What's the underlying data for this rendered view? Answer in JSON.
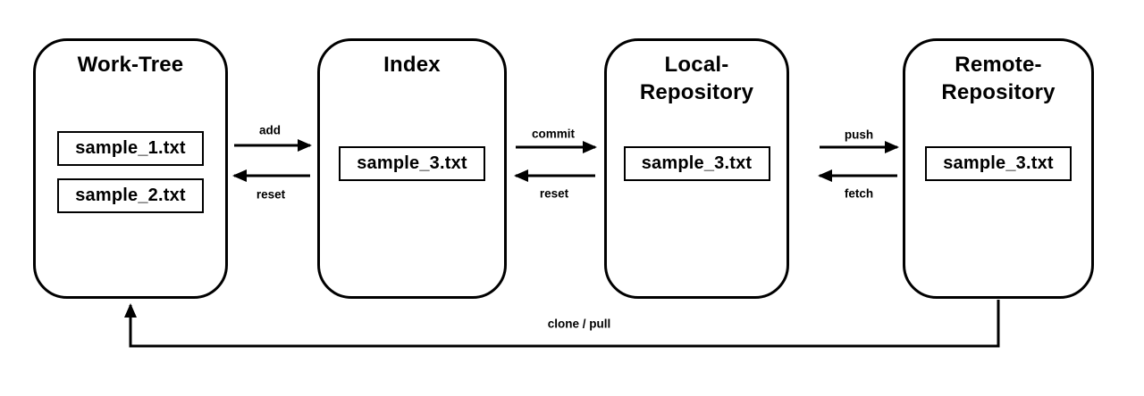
{
  "diagram": {
    "colors": {
      "background": "#ffffff",
      "stroke": "#000000",
      "text": "#000000"
    },
    "nodes": [
      {
        "id": "work-tree",
        "title": "Work-Tree",
        "files": [
          "sample_1.txt",
          "sample_2.txt"
        ]
      },
      {
        "id": "index",
        "title": "Index",
        "files": [
          "sample_3.txt"
        ]
      },
      {
        "id": "local-repository",
        "title": "Local-Repository",
        "files": [
          "sample_3.txt"
        ]
      },
      {
        "id": "remote-repository",
        "title": "Remote-Repository",
        "files": [
          "sample_3.txt"
        ]
      }
    ],
    "edges": [
      {
        "label": "add",
        "from": "work-tree",
        "to": "index",
        "direction": "right"
      },
      {
        "label": "reset",
        "from": "index",
        "to": "work-tree",
        "direction": "left"
      },
      {
        "label": "commit",
        "from": "index",
        "to": "local-repository",
        "direction": "right"
      },
      {
        "label": "reset",
        "from": "local-repository",
        "to": "index",
        "direction": "left"
      },
      {
        "label": "push",
        "from": "local-repository",
        "to": "remote-repository",
        "direction": "right"
      },
      {
        "label": "fetch",
        "from": "remote-repository",
        "to": "local-repository",
        "direction": "left"
      },
      {
        "label": "clone / pull",
        "from": "remote-repository",
        "to": "work-tree",
        "direction": "around-bottom"
      }
    ]
  }
}
